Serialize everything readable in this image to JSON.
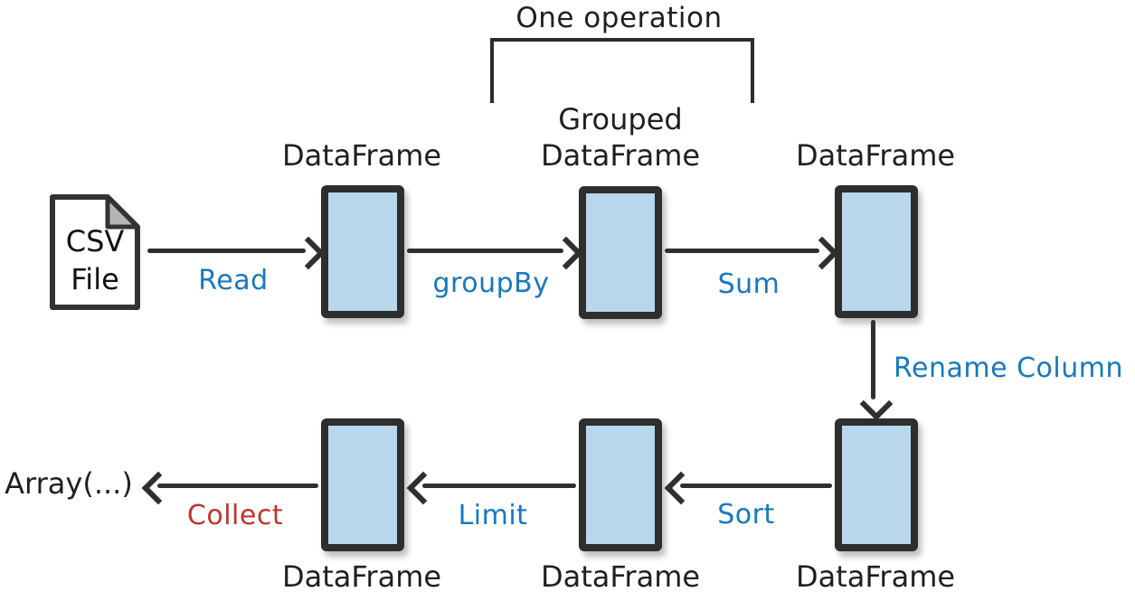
{
  "colors": {
    "box_fill": "#b9d7ec",
    "box_border": "#2e2e2e",
    "ink": "#1f1f1f",
    "operation_blue": "#1878be",
    "operation_red": "#c0342f",
    "fold_gray": "#b5b5b5"
  },
  "annotation": {
    "label": "One operation"
  },
  "source": {
    "type": "csv-file",
    "line1": "CSV",
    "line2": "File"
  },
  "sink": {
    "label": "Array(...)"
  },
  "boxes": {
    "top_left": "DataFrame",
    "top_middle_line1": "Grouped",
    "top_middle_line2": "DataFrame",
    "top_right": "DataFrame",
    "bottom_left": "DataFrame",
    "bottom_middle": "DataFrame",
    "bottom_right": "DataFrame"
  },
  "operations": {
    "read": "Read",
    "group_by": "groupBy",
    "sum": "Sum",
    "rename_column": "Rename Column",
    "sort": "Sort",
    "limit": "Limit",
    "collect": "Collect"
  }
}
